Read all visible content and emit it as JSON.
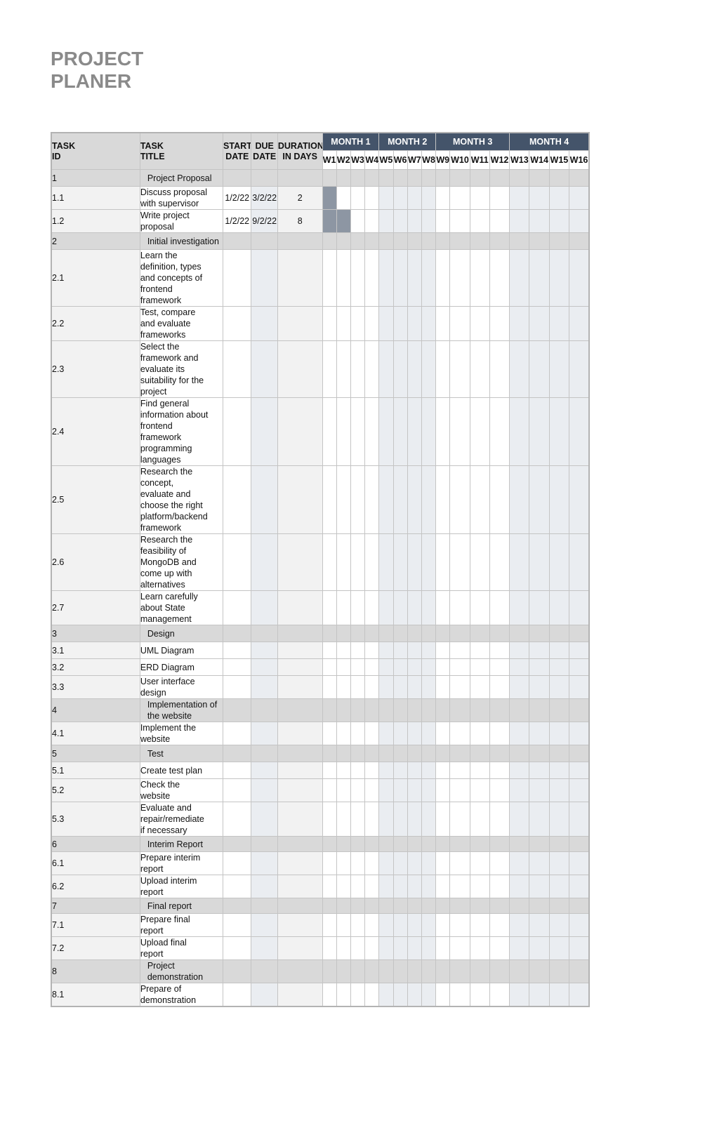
{
  "title_line1": "PROJECT",
  "title_line2": "PLANER",
  "headers": {
    "task_id": "TASK\nID",
    "task_title": "TASK\nTITLE",
    "start_date": "START\nDATE",
    "due_date": "DUE\nDATE",
    "duration": "DURATION\nIN DAYS"
  },
  "months": [
    "MONTH 1",
    "MONTH 2",
    "MONTH 3",
    "MONTH 4"
  ],
  "weeks": [
    "W1",
    "W2",
    "W3",
    "W4",
    "W5",
    "W6",
    "W7",
    "W8",
    "W9",
    "W10",
    "W11",
    "W12",
    "W13",
    "W14",
    "W15",
    "W16"
  ],
  "tasks": [
    {
      "id": "1",
      "title": "Project Proposal",
      "section": true
    },
    {
      "id": "1.1",
      "title": "Discuss proposal\nwith supervisor",
      "start": "1/2/22",
      "due": "3/2/22",
      "duration": "2",
      "weeks_active": [
        1
      ]
    },
    {
      "id": "1.2",
      "title": "Write project\nproposal",
      "start": "1/2/22",
      "due": "9/2/22",
      "duration": "8",
      "weeks_active": [
        1,
        2
      ]
    },
    {
      "id": "2",
      "title": "Initial investigation",
      "section": true
    },
    {
      "id": "2.1",
      "title": "Learn the\ndefinition, types\nand concepts of\nfrontend\nframework"
    },
    {
      "id": "2.2",
      "title": "Test, compare\nand evaluate\nframeworks"
    },
    {
      "id": "2.3",
      "title": "Select the\nframework and\nevaluate its\nsuitability for the\nproject"
    },
    {
      "id": "2.4",
      "title": "Find general\ninformation about\nfrontend\nframework\nprogramming\nlanguages"
    },
    {
      "id": "2.5",
      "title": "Research the\nconcept,\nevaluate and\nchoose the right\nplatform/backend\nframework"
    },
    {
      "id": "2.6",
      "title": "Research the\nfeasibility of\nMongoDB and\ncome up with\nalternatives"
    },
    {
      "id": "2.7",
      "title": "Learn carefully\nabout State\nmanagement"
    },
    {
      "id": "3",
      "title": "Design",
      "section": true
    },
    {
      "id": "3.1",
      "title": "UML Diagram"
    },
    {
      "id": "3.2",
      "title": "ERD Diagram"
    },
    {
      "id": "3.3",
      "title": "User interface\ndesign"
    },
    {
      "id": "4",
      "title": "Implementation of\nthe website",
      "section": true
    },
    {
      "id": "4.1",
      "title": "Implement the\nwebsite"
    },
    {
      "id": "5",
      "title": "Test",
      "section": true
    },
    {
      "id": "5.1",
      "title": "Create test plan"
    },
    {
      "id": "5.2",
      "title": "Check the\nwebsite"
    },
    {
      "id": "5.3",
      "title": "Evaluate and\nrepair/remediate\nif necessary"
    },
    {
      "id": "6",
      "title": "Interim Report",
      "section": true
    },
    {
      "id": "6.1",
      "title": "Prepare interim\nreport"
    },
    {
      "id": "6.2",
      "title": "Upload interim\nreport"
    },
    {
      "id": "7",
      "title": "Final report",
      "section": true
    },
    {
      "id": "7.1",
      "title": "Prepare final\nreport"
    },
    {
      "id": "7.2",
      "title": "Upload final\nreport"
    },
    {
      "id": "8",
      "title": "Project\ndemonstration",
      "section": true
    },
    {
      "id": "8.1",
      "title": "Prepare of\ndemonstration"
    }
  ],
  "colors": {
    "month_header_bg": "#44546a",
    "active_week_fill": "#8d96a3",
    "section_row_bg": "#d9d9d9",
    "title_text": "#8a8a8a"
  }
}
